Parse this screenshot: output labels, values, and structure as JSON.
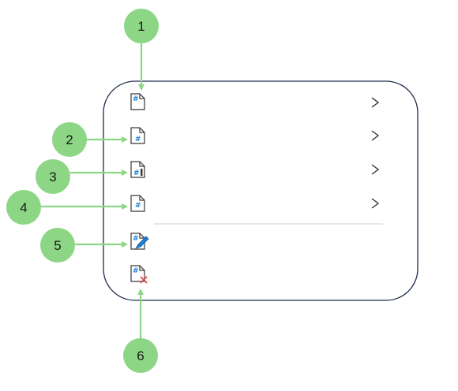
{
  "colors": {
    "callout_fill": "#8dd685",
    "connector": "#8dd685",
    "menu_border": "#1f2d4d",
    "separator": "#cfcfcf",
    "icon_blue": "#1e7fd6",
    "icon_red": "#e0424f",
    "icon_line": "#3a3a3a",
    "chevron": "#333333"
  },
  "callouts": [
    {
      "label": "1",
      "target": "menu-item-1"
    },
    {
      "label": "2",
      "target": "menu-item-2"
    },
    {
      "label": "3",
      "target": "menu-item-3"
    },
    {
      "label": "4",
      "target": "menu-item-4"
    },
    {
      "label": "5",
      "target": "menu-item-5"
    },
    {
      "label": "6",
      "target": "menu-item-6"
    }
  ],
  "menu": {
    "items": [
      {
        "icon": "hash-document-icon",
        "has_submenu": true
      },
      {
        "icon": "hash-document-icon",
        "has_submenu": true
      },
      {
        "icon": "hash-document-bar-icon",
        "has_submenu": true
      },
      {
        "icon": "hash-document-icon",
        "has_submenu": true
      },
      {
        "icon": "hash-document-edit-icon",
        "has_submenu": false
      },
      {
        "icon": "hash-document-delete-icon",
        "has_submenu": false
      }
    ]
  }
}
